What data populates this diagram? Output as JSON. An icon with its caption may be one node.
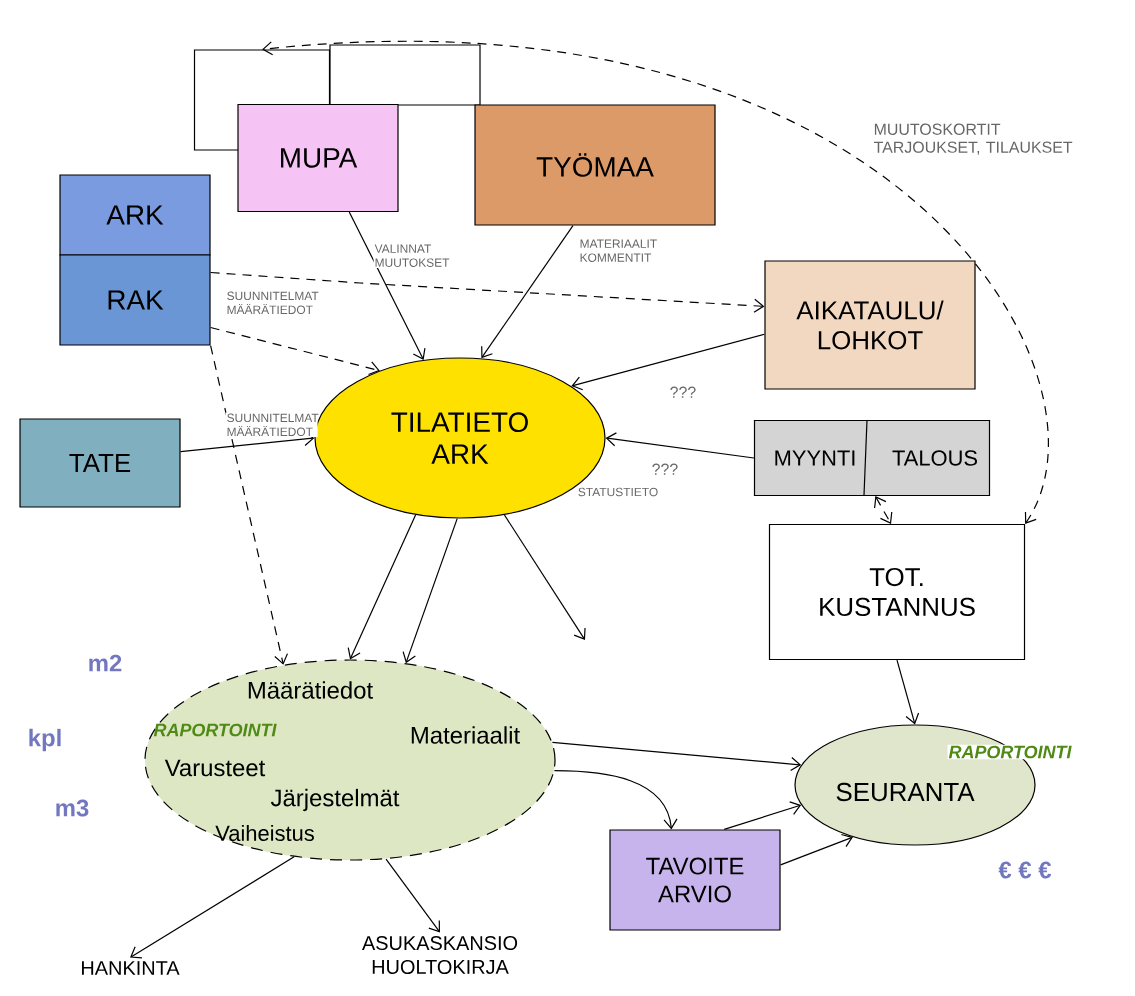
{
  "diagram": {
    "nodes": [
      {
        "text": [],
        "shape": "box"
      },
      {
        "text": [],
        "shape": "box"
      },
      {
        "text": [
          "MUPA"
        ]
      },
      {
        "text": [
          "TYÖMAA"
        ]
      },
      {
        "text": [
          "ARK"
        ]
      },
      {
        "text": [
          "RAK"
        ]
      },
      {
        "text": [
          "TATE"
        ]
      },
      {
        "text": [
          "AIKATAULU/ LOHKOT"
        ]
      },
      {
        "text": [
          "MYYNTI",
          "TALOUS"
        ]
      },
      {
        "text": [
          "TILATIETO ARK"
        ]
      },
      {
        "text": [
          "Määrätiedot",
          "RAPORTOINTI",
          "Materiaalit",
          "Varusteet",
          "Järjestelmät",
          "Vaiheistus"
        ]
      },
      {
        "text": [
          "TOT. KUSTANNUS"
        ]
      },
      {
        "text": [
          "RAPORTOINTI",
          "SEURANTA"
        ]
      },
      {
        "text": [
          "TAVOITE ARVIO"
        ]
      },
      {
        "text": [
          "HANKINTA"
        ]
      },
      {
        "text": [
          "ASUKASKANSIO HUOLTOKIRJA"
        ]
      }
    ],
    "edges": [
      {
        "from": 11,
        "to": 0,
        "arrow": "both",
        "style": "dashed",
        "label": "MUUTOSKORTIT TARJOUKSET, TILAUKSET"
      },
      {
        "from": 2,
        "to": 9,
        "arrow": "to",
        "label": "VALINNAT MUUTOKSET"
      },
      {
        "from": 3,
        "to": 9,
        "arrow": "to",
        "label": "MATERIAALIT KOMMENTIT"
      },
      {
        "from": 5,
        "to": 9,
        "arrow": "to",
        "style": "dashed",
        "label": "SUUNNITELMAT MÄÄRÄTIEDOT"
      },
      {
        "from": 5,
        "to": 7,
        "arrow": "to",
        "style": "dashed"
      },
      {
        "from": 5,
        "to": 10,
        "arrow": "to",
        "style": "dashed"
      },
      {
        "from": 6,
        "to": 9,
        "arrow": "to",
        "label": "SUUNNITELMAT MÄÄRÄTIEDOT"
      },
      {
        "from": 7,
        "to": 9,
        "arrow": "to",
        "label": "???"
      },
      {
        "from": 8,
        "to": 9,
        "arrow": "to",
        "label": "???"
      },
      {
        "from": 8,
        "to": 11,
        "arrow": "both",
        "style": "dashed"
      },
      {
        "from": 9,
        "to": 10,
        "arrow": "to"
      },
      {
        "from": 9,
        "to": 10,
        "arrow": "to"
      },
      {
        "from": 9,
        "to": null,
        "arrow": "to"
      },
      {
        "from": 11,
        "to": 12,
        "arrow": "to"
      },
      {
        "from": 10,
        "to": 12,
        "arrow": "to"
      },
      {
        "from": 10,
        "to": 13,
        "arrow": "to"
      },
      {
        "from": 13,
        "to": 12,
        "arrow": "to"
      },
      {
        "from": 13,
        "to": 12,
        "arrow": "to"
      },
      {
        "from": 10,
        "to": 14,
        "arrow": "to"
      },
      {
        "from": 10,
        "to": 15,
        "arrow": "to"
      }
    ],
    "labels": [
      "STATUSTIETO",
      "m2",
      "kpl",
      "m3",
      "€ € €"
    ]
  }
}
